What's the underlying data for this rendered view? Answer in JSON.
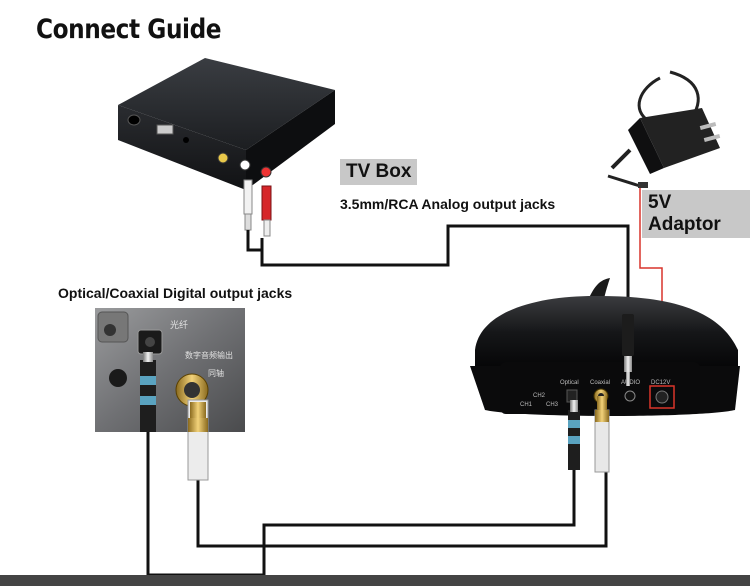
{
  "title": "Connect Guide",
  "labels": {
    "tv_box": "TV Box",
    "analog_jacks": "3.5mm/RCA Analog output jacks",
    "adaptor": "5V Adaptor",
    "digital_jacks": "Optical/Coaxial Digital output jacks"
  },
  "receiver_panel": {
    "optical": "Optical",
    "coaxial": "Coaxial",
    "audio": "AUDIO",
    "dc": "DC12V",
    "ch1": "CH1",
    "ch2": "CH2",
    "ch3": "CH3"
  },
  "source_panel": {
    "label_1": "光纤",
    "label_2": "数字音频输出",
    "label_3": "同轴"
  },
  "colors": {
    "adaptor_line": "#d9342b",
    "cable": "#111111",
    "label_bg": "#c8c8c8"
  }
}
